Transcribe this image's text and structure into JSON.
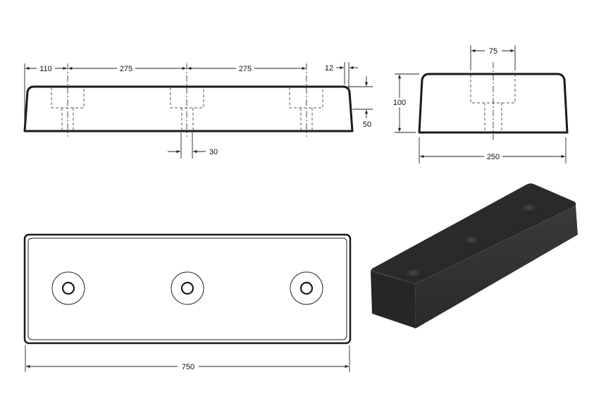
{
  "drawing": {
    "subject": "Rubber dock bumper block with three counterbored mounting holes",
    "views": {
      "front_view": {
        "dimensions": {
          "end_to_first_hole": "110",
          "hole_spacing_left": "275",
          "hole_spacing_right": "275",
          "chamfer_offset": "12",
          "bore_diameter": "30",
          "chamfer_height": "50"
        }
      },
      "side_view": {
        "dimensions": {
          "counterbore_diameter": "75",
          "height": "100",
          "width": "250"
        }
      },
      "top_view": {
        "dimensions": {
          "length": "750"
        },
        "hole_count": 3
      },
      "iso_view": {
        "color": "#2b2b2b",
        "hole_count": 3
      }
    }
  }
}
